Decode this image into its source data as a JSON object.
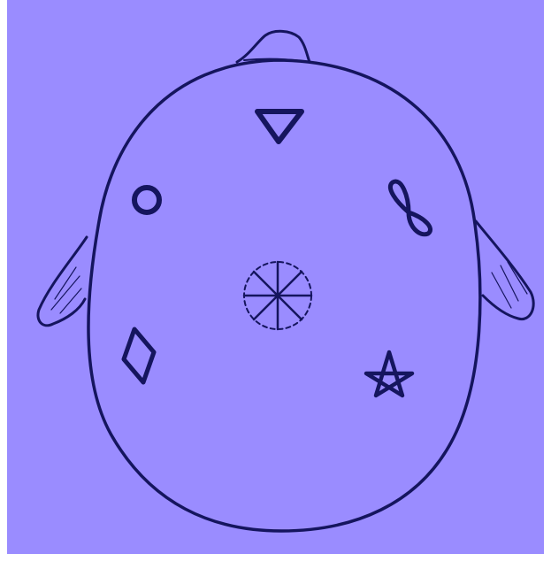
{
  "colors": {
    "background": "#9A8CFF",
    "ink": "#15155E",
    "frame": "#FFFFFF"
  },
  "diagram": {
    "subject": "head-top-view",
    "symbols": [
      {
        "id": "triangle",
        "icon": "inverted-triangle-icon",
        "region": "front"
      },
      {
        "id": "circle",
        "icon": "circle-icon",
        "region": "upper-left"
      },
      {
        "id": "infinity",
        "icon": "infinity-icon",
        "region": "upper-right"
      },
      {
        "id": "wheel",
        "icon": "eight-spoke-wheel-icon",
        "region": "center"
      },
      {
        "id": "diamond",
        "icon": "diamond-icon",
        "region": "lower-left"
      },
      {
        "id": "pentagram",
        "icon": "pentagram-icon",
        "region": "lower-right"
      }
    ]
  }
}
